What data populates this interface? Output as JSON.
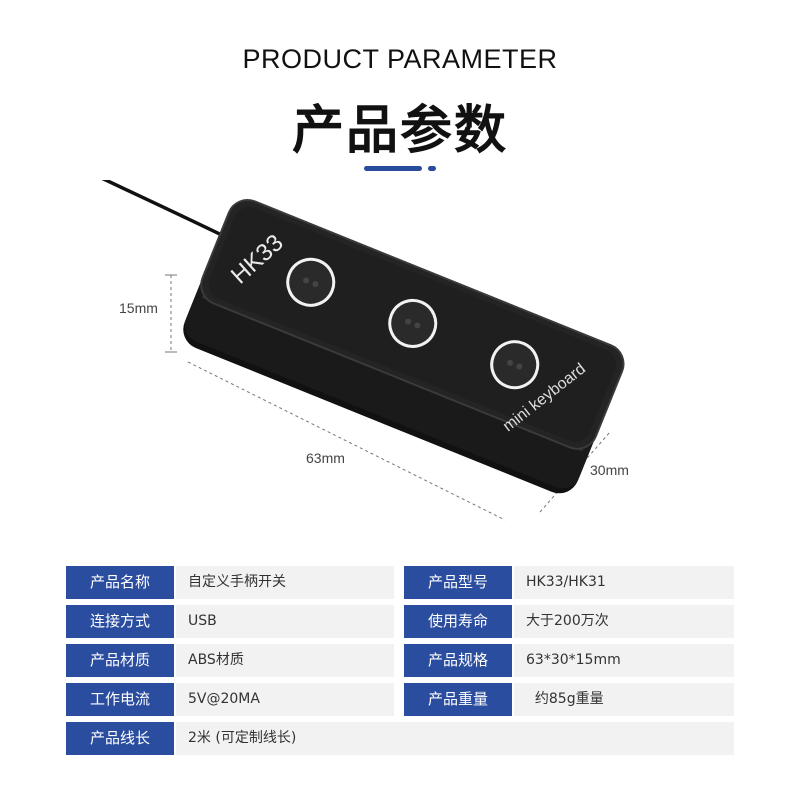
{
  "header": {
    "title_en": "PRODUCT PARAMETER",
    "title_cn": "产品参数"
  },
  "product": {
    "model_print": "HK33",
    "brand_print": "mini keyboard",
    "dimensions": {
      "height": "15mm",
      "length": "63mm",
      "width": "30mm"
    }
  },
  "specs": [
    {
      "label": "产品名称",
      "value": "自定义手柄开关"
    },
    {
      "label": "产品型号",
      "value": "HK33/HK31"
    },
    {
      "label": "连接方式",
      "value": "USB"
    },
    {
      "label": "使用寿命",
      "value": "大于200万次"
    },
    {
      "label": "产品材质",
      "value": "ABS材质"
    },
    {
      "label": "产品规格",
      "value": "63*30*15mm"
    },
    {
      "label": "工作电流",
      "value": "5V@20MA"
    },
    {
      "label": "产品重量",
      "value": "  约85g重量"
    },
    {
      "label": "产品线长",
      "value": "2米 (可定制线长)"
    }
  ],
  "colors": {
    "accent": "#2a4da0",
    "cell_bg": "#f2f2f2",
    "device": "#1c1c1c"
  }
}
